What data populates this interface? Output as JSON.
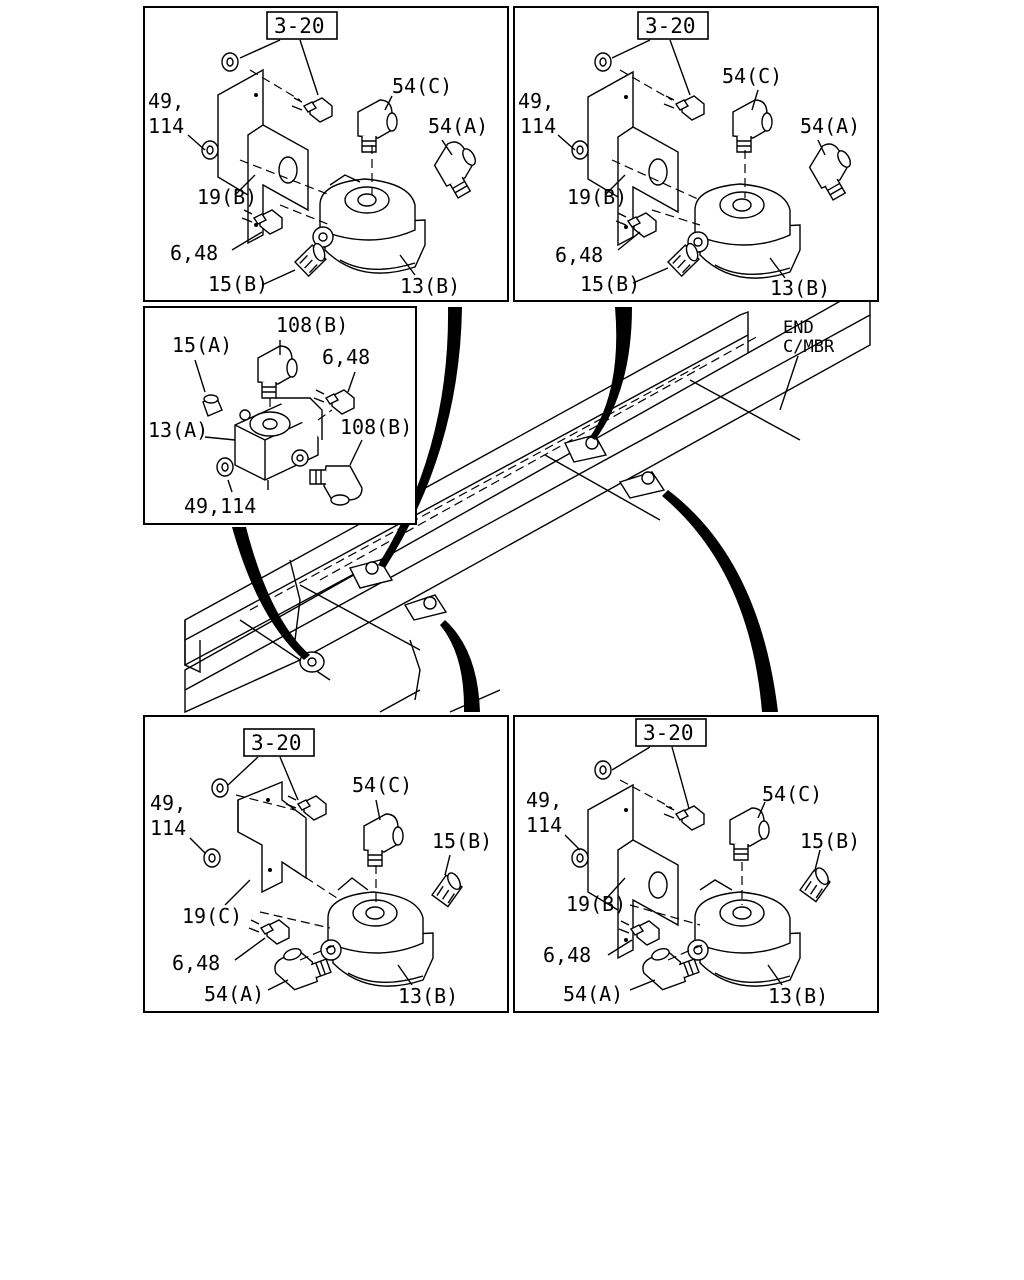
{
  "frame_labels": {
    "end_c_mbr_line1": "END",
    "end_c_mbr_line2": "C/MBR"
  },
  "panel_top_left": {
    "ref_box": "3-20",
    "l_49": "49,",
    "l_114": "114",
    "l_54c": "54(C)",
    "l_54a": "54(A)",
    "l_19b": "19(B)",
    "l_6_48": "6,48",
    "l_15b": "15(B)",
    "l_13b": "13(B)"
  },
  "panel_top_right": {
    "ref_box": "3-20",
    "l_49": "49,",
    "l_114": "114",
    "l_54c": "54(C)",
    "l_54a": "54(A)",
    "l_19b": "19(B)",
    "l_6_48": "6,48",
    "l_15b": "15(B)",
    "l_13b": "13(B)"
  },
  "panel_mid_left": {
    "l_15a": "15(A)",
    "l_108b_top": "108(B)",
    "l_6_48": "6,48",
    "l_13a": "13(A)",
    "l_108b_right": "108(B)",
    "l_49_114": "49,114"
  },
  "panel_bottom_left": {
    "ref_box": "3-20",
    "l_49": "49,",
    "l_114": "114",
    "l_54c": "54(C)",
    "l_15b": "15(B)",
    "l_19c": "19(C)",
    "l_6_48": "6,48",
    "l_54a": "54(A)",
    "l_13b": "13(B)"
  },
  "panel_bottom_right": {
    "ref_box": "3-20",
    "l_49": "49,",
    "l_114": "114",
    "l_54c": "54(C)",
    "l_15b": "15(B)",
    "l_19b": "19(B)",
    "l_6_48": "6,48",
    "l_54a": "54(A)",
    "l_13b": "13(B)"
  }
}
